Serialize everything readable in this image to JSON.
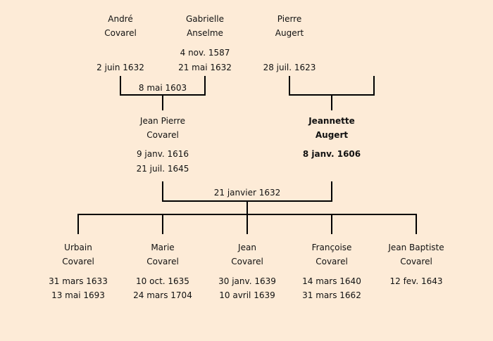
{
  "grandparents": [
    {
      "first": "André",
      "last": "Covarel",
      "birth": "",
      "death": "2 juin 1632"
    },
    {
      "first": "Gabrielle",
      "last": "Anselme",
      "birth": "4 nov. 1587",
      "death": "21 mai 1632"
    },
    {
      "first": "Pierre",
      "last": "Augert",
      "birth": "",
      "death": "28 juil. 1623"
    }
  ],
  "grandparents_marriage": "8 mai 1603",
  "parents": [
    {
      "first": "Jean Pierre",
      "last": "Covarel",
      "birth": "9 janv. 1616",
      "death": "21 juil. 1645"
    },
    {
      "first": "Jeannette",
      "last": "Augert",
      "birth": "8 janv. 1606",
      "death": ""
    }
  ],
  "parents_marriage": "21 janvier 1632",
  "children": [
    {
      "first": "Urbain",
      "last": "Covarel",
      "birth": "31 mars 1633",
      "death": "13 mai 1693"
    },
    {
      "first": "Marie",
      "last": "Covarel",
      "birth": "10 oct. 1635",
      "death": "24 mars 1704"
    },
    {
      "first": "Jean",
      "last": "Covarel",
      "birth": "30 janv. 1639",
      "death": "10 avril 1639"
    },
    {
      "first": "Françoise",
      "last": "Covarel",
      "birth": "14 mars 1640",
      "death": "31 mars 1662"
    },
    {
      "first": "Jean Baptiste",
      "last": "Covarel",
      "birth": "12 fev. 1643",
      "death": ""
    }
  ]
}
